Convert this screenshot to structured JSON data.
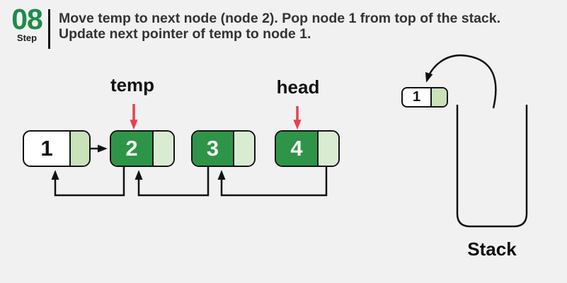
{
  "header": {
    "step_number": "08",
    "step_label": "Step",
    "description_line1": "Move temp to next node (node 2). Pop node 1 from top of the stack.",
    "description_line2": "Update next pointer of temp to node 1."
  },
  "diagram": {
    "temp_label": "temp",
    "head_label": "head",
    "list_nodes": [
      {
        "value": "1",
        "variant": "plain"
      },
      {
        "value": "2",
        "variant": "green",
        "pointed_by": "temp"
      },
      {
        "value": "3",
        "variant": "green"
      },
      {
        "value": "4",
        "variant": "green",
        "pointed_by": "head"
      }
    ],
    "stack": {
      "label": "Stack",
      "popped_node_value": "1"
    }
  },
  "colors": {
    "background": "#f1f1f2",
    "accent_green": "#1f8b4b",
    "node_green": "#2e9447",
    "node_tail_light_green": "#d9ecd2",
    "node_tail_green": "#c9e2bb",
    "pointer_arrow_red": "#e8414e",
    "line_black": "#111111"
  }
}
